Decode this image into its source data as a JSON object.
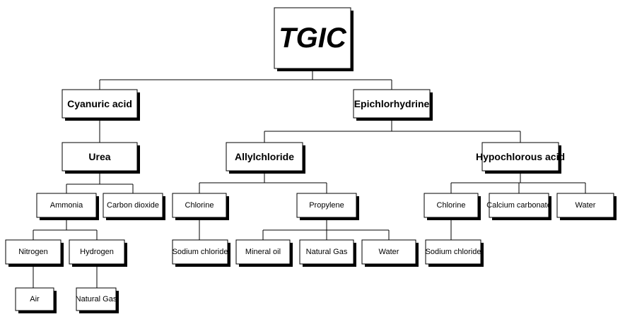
{
  "diagram": {
    "root": "TGIC",
    "nodes": {
      "tgic": "TGIC",
      "cyanuric_acid": "Cyanuric acid",
      "epichlorhydrine": "Epichlorhydrine",
      "urea": "Urea",
      "allylchloride": "Allylchloride",
      "hypochlorous_acid": "Hypochlorous acid",
      "ammonia": "Ammonia",
      "carbon_dioxide": "Carbon dioxide",
      "chlorine_a": "Chlorine",
      "propylene": "Propylene",
      "chlorine_b": "Chlorine",
      "calcium_carbonate": "Calcium carbonate",
      "water_a": "Water",
      "nitrogen": "Nitrogen",
      "hydrogen": "Hydrogen",
      "sodium_chloride_a": "Sodium chloride",
      "mineral_oil": "Mineral oil",
      "natural_gas_a": "Natural Gas",
      "water_b": "Water",
      "sodium_chloride_b": "Sodium chloride",
      "air": "Air",
      "natural_gas_b": "Natural Gas"
    },
    "edges": [
      [
        "tgic",
        "cyanuric_acid"
      ],
      [
        "tgic",
        "epichlorhydrine"
      ],
      [
        "cyanuric_acid",
        "urea"
      ],
      [
        "epichlorhydrine",
        "allylchloride"
      ],
      [
        "epichlorhydrine",
        "hypochlorous_acid"
      ],
      [
        "urea",
        "ammonia"
      ],
      [
        "urea",
        "carbon_dioxide"
      ],
      [
        "ammonia",
        "nitrogen"
      ],
      [
        "ammonia",
        "hydrogen"
      ],
      [
        "nitrogen",
        "air"
      ],
      [
        "hydrogen",
        "natural_gas_b"
      ],
      [
        "allylchloride",
        "chlorine_a"
      ],
      [
        "allylchloride",
        "propylene"
      ],
      [
        "chlorine_a",
        "sodium_chloride_a"
      ],
      [
        "propylene",
        "mineral_oil"
      ],
      [
        "propylene",
        "natural_gas_a"
      ],
      [
        "propylene",
        "water_b"
      ],
      [
        "hypochlorous_acid",
        "chlorine_b"
      ],
      [
        "hypochlorous_acid",
        "calcium_carbonate"
      ],
      [
        "hypochlorous_acid",
        "water_a"
      ],
      [
        "chlorine_b",
        "sodium_chloride_b"
      ]
    ]
  }
}
